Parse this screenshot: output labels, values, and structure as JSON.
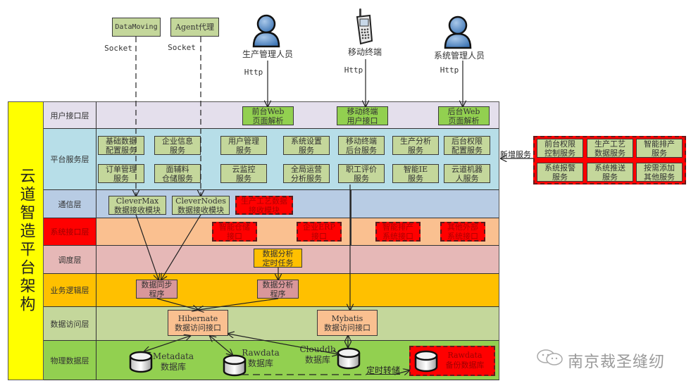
{
  "title": "云道智造平台架构",
  "top_actors": {
    "datamoving": "DataMoving",
    "agent": "Agent代理",
    "socket1": "Socket",
    "socket2": "Socket",
    "production_staff": "生产管理人员",
    "mobile": "移动终端",
    "sys_admin": "系统管理人员",
    "http1": "Http",
    "http2": "Http",
    "http3": "Http"
  },
  "layers": [
    {
      "label": "用户接口层",
      "color": "#e4dfec"
    },
    {
      "label": "平台服务层",
      "color": "#b7dee8"
    },
    {
      "label": "通信层",
      "color": "#b8cce4"
    },
    {
      "label": "系统接口层",
      "color": "#ff0000"
    },
    {
      "label": "调度层",
      "color": "#e6b8b7"
    },
    {
      "label": "业务逻辑层",
      "color": "#ffc000"
    },
    {
      "label": "数据访问层",
      "color": "#c4d79b"
    },
    {
      "label": "物理数据层",
      "color": "#92d050"
    }
  ],
  "user_interface": [
    "前台Web\n页面解析",
    "移动终端\n用户接口",
    "后台Web\n页面解析"
  ],
  "platform_services": {
    "row1": [
      "基础数据\n配置服务",
      "企业信息\n服务",
      "用户管理\n服务",
      "系统设置\n服务",
      "移动终端\n后台服务",
      "生产分析\n服务",
      "后台权限\n配置服务"
    ],
    "row2": [
      "订单管理\n服务",
      "面辅料\n仓储服务",
      "云监控\n服务",
      "全局运营\n分析服务",
      "职工评价\n服务",
      "智能IE\n服务",
      "云道机器\n人服务"
    ]
  },
  "new_services": {
    "label": "新增服务",
    "items": [
      "前台权限\n控制服务",
      "生产工艺\n数据服务",
      "智能排产\n服务",
      "系统报警\n服务",
      "系统推送\n服务",
      "按需添加\n其他服务"
    ]
  },
  "communication": [
    "CleverMax\n数据接收模块",
    "CleverNodes\n数据接收模块",
    "生产工艺数据\n接收模块"
  ],
  "system_interface": [
    "智能仓储\n接口",
    "企业ERP\n接口",
    "智能排产\n系统接口",
    "其他外部\n系统接口"
  ],
  "scheduling": [
    "数据分析\n定时任务"
  ],
  "business_logic": [
    "数据同步\n程序",
    "数据分析\n程序"
  ],
  "data_access": [
    "Hibernate\n数据访问接口",
    "Mybatis\n数据访问接口"
  ],
  "physical_data": {
    "metadata": "Metadata\n数据库",
    "rawdata": "Rawdata\n数据库",
    "clouddb": "Clouddb\n数据库",
    "transfer_label": "定时转储",
    "backup": "Rawdata\n备份数据库"
  },
  "watermark": "南京裁圣缝纫"
}
